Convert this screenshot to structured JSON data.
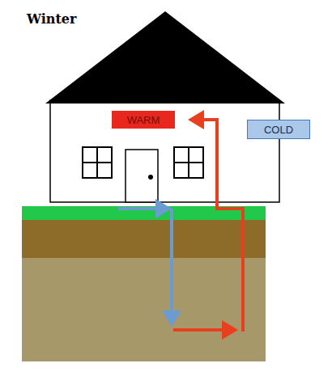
{
  "diagram": {
    "title": "Winter",
    "nodes": [
      {
        "text": [
          "WARM"
        ]
      },
      {
        "text": [
          "COLD"
        ]
      }
    ]
  }
}
